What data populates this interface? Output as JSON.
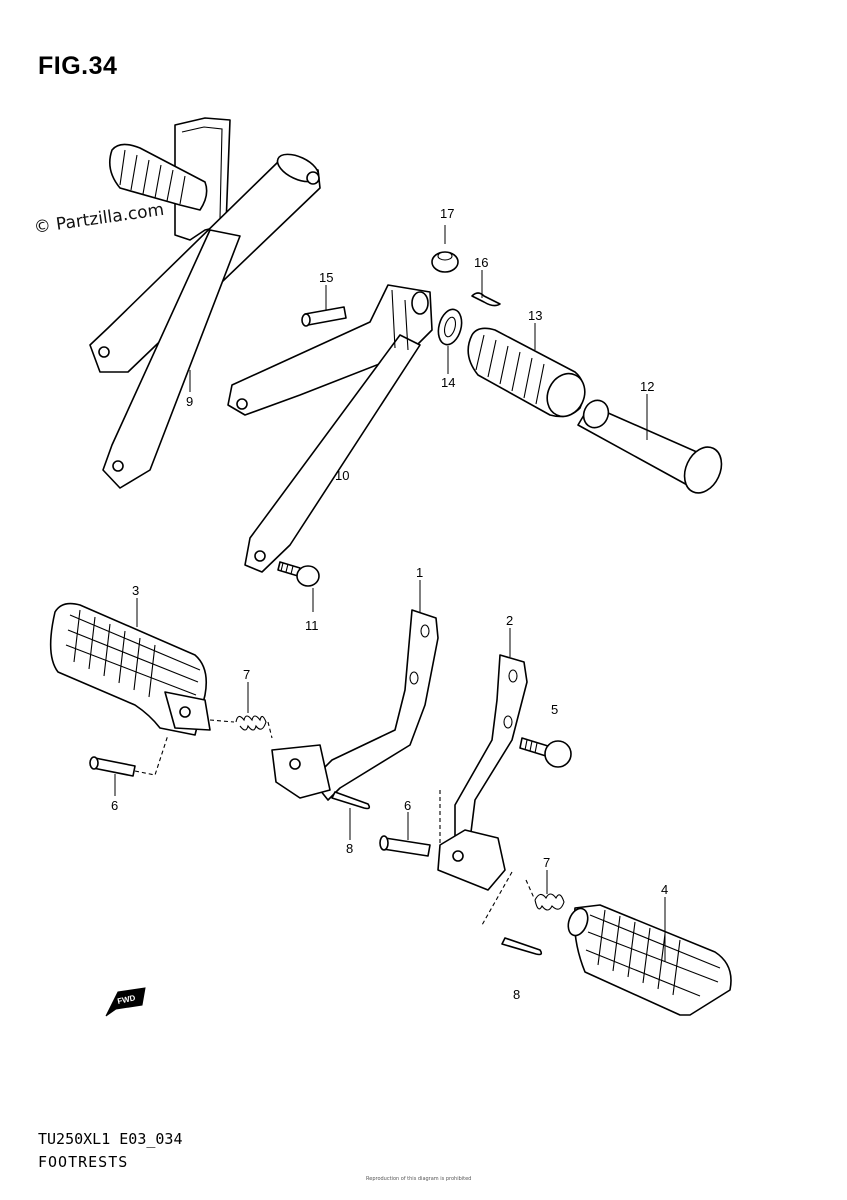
{
  "figure": {
    "title": "FIG.34",
    "watermark": "© Partzilla.com",
    "footer_code": "TU250XL1 E03_034",
    "footer_name": "FOOTRESTS",
    "footer_fine_print": "Reproduction of this diagram is prohibited"
  },
  "callouts": [
    {
      "id": "c17",
      "label": "17"
    },
    {
      "id": "c15",
      "label": "15"
    },
    {
      "id": "c16",
      "label": "16"
    },
    {
      "id": "c13",
      "label": "13"
    },
    {
      "id": "c14",
      "label": "14"
    },
    {
      "id": "c12",
      "label": "12"
    },
    {
      "id": "c9",
      "label": "9"
    },
    {
      "id": "c10",
      "label": "10"
    },
    {
      "id": "c11",
      "label": "11"
    },
    {
      "id": "c3",
      "label": "3"
    },
    {
      "id": "c1",
      "label": "1"
    },
    {
      "id": "c2",
      "label": "2"
    },
    {
      "id": "c7a",
      "label": "7"
    },
    {
      "id": "c5",
      "label": "5"
    },
    {
      "id": "c6a",
      "label": "6"
    },
    {
      "id": "c8a",
      "label": "8"
    },
    {
      "id": "c6b",
      "label": "6"
    },
    {
      "id": "c7b",
      "label": "7"
    },
    {
      "id": "c4",
      "label": "4"
    },
    {
      "id": "c8b",
      "label": "8"
    }
  ],
  "fwd_label": "FWD"
}
